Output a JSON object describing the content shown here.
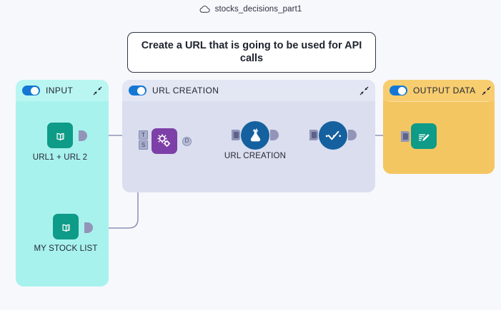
{
  "document": {
    "title": "stocks_decisions_part1",
    "cloud_icon": "cloud-icon"
  },
  "note": {
    "text": "Create a URL that is going to be used for API calls"
  },
  "colors": {
    "canvas_bg": "#f7f8fc",
    "input_group": "#a8f2ee",
    "url_group": "#dadeef",
    "output_group": "#f4c662",
    "toggle_on": "#1477d4",
    "teal_node": "#0e9b87",
    "purple_node": "#7d3fa8",
    "blue_node": "#15619f",
    "port": "#9295b8",
    "wire": "#7a80a8"
  },
  "groups": [
    {
      "id": "input",
      "label": "INPUT",
      "toggle_state": "on",
      "collapse_icon": "collapse-icon"
    },
    {
      "id": "url-creation",
      "label": "URL CREATION",
      "toggle_state": "on",
      "collapse_icon": "collapse-icon"
    },
    {
      "id": "output-data",
      "label": "OUTPUT DATA",
      "toggle_state": "on",
      "collapse_icon": "collapse-icon"
    }
  ],
  "nodes": [
    {
      "id": "url1-url2",
      "label": "URL1 + URL 2",
      "icon": "book-folder-icon",
      "shape": "rounded-square",
      "color": "#0e9b87",
      "group": "input"
    },
    {
      "id": "my-stock-list",
      "label": "MY STOCK LIST",
      "icon": "book-folder-icon",
      "shape": "rounded-square",
      "color": "#0e9b87",
      "group": "input"
    },
    {
      "id": "gears-node",
      "label": "",
      "icon": "gears-icon",
      "shape": "rounded-square",
      "color": "#7d3fa8",
      "group": "url-creation",
      "input_ports": [
        "T",
        "S"
      ],
      "output_ports": [
        "D"
      ]
    },
    {
      "id": "url-creation-node",
      "label": "URL CREATION",
      "icon": "flask-icon",
      "shape": "circle",
      "color": "#15619f",
      "group": "url-creation"
    },
    {
      "id": "validation-node",
      "label": "",
      "icon": "checkmark-chart-icon",
      "shape": "circle",
      "color": "#15619f",
      "group": "url-creation"
    },
    {
      "id": "output-node",
      "label": "",
      "icon": "document-edit-folder-icon",
      "shape": "rounded-square",
      "color": "#0e9b87",
      "group": "output-data"
    }
  ]
}
